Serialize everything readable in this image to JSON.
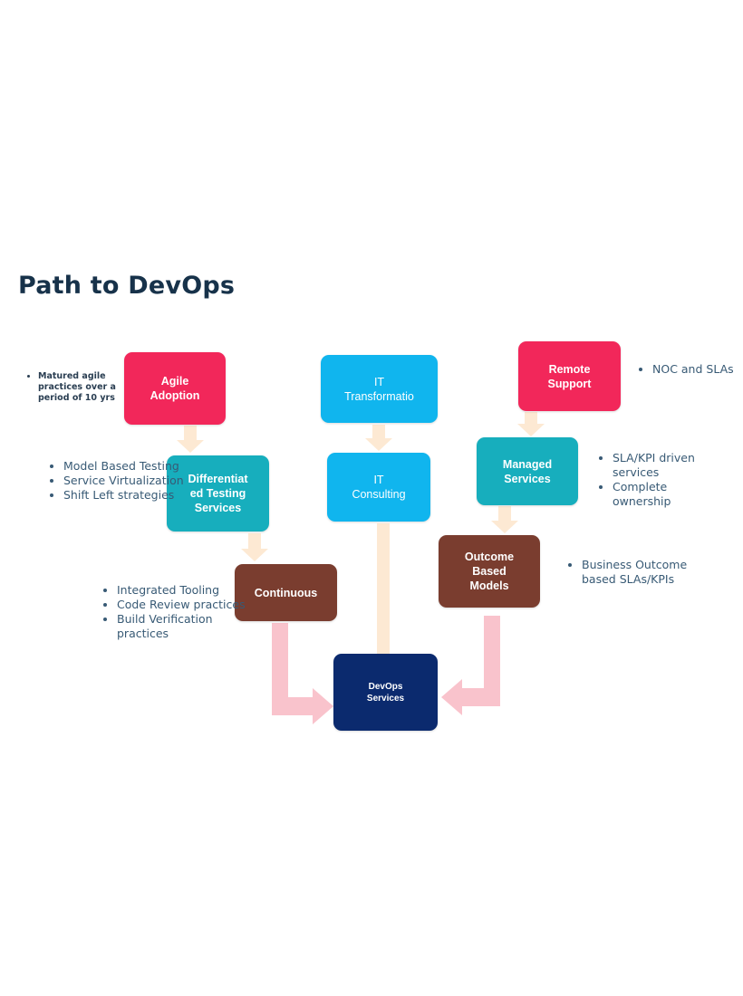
{
  "title": "Path to DevOps",
  "colors": {
    "red": "#f2275a",
    "teal": "#17aebd",
    "sky": "#10b5ee",
    "brown": "#7a3d2f",
    "navy": "#0b2a6e",
    "arrow_cream": "#fde9d3",
    "arrow_pink": "#f9c3cc"
  },
  "boxes": {
    "agile": [
      "Agile",
      "Adoption"
    ],
    "diff": [
      "Differentiat",
      "ed Testing",
      "Services"
    ],
    "continuous": [
      "Continuous"
    ],
    "it_transform": [
      "IT",
      "Transformatio"
    ],
    "it_consult": [
      "IT",
      "Consulting"
    ],
    "remote": [
      "Remote",
      "Support"
    ],
    "managed": [
      "Managed",
      "Services"
    ],
    "outcome": [
      "Outcome",
      "Based",
      "Models"
    ],
    "devops": [
      "DevOps",
      "Services"
    ]
  },
  "notes": {
    "agile": [
      "Matured agile practices over a period of 10 yrs"
    ],
    "diff": [
      "Model Based Testing",
      "Service Virtualization",
      "Shift Left strategies"
    ],
    "continuous": [
      "Integrated Tooling",
      "Code Review practices",
      "Build Verification practices"
    ],
    "remote": [
      "NOC and SLAs"
    ],
    "managed": [
      "SLA/KPI driven services",
      "Complete ownership"
    ],
    "outcome": [
      "Business Outcome based SLAs/KPIs"
    ]
  }
}
